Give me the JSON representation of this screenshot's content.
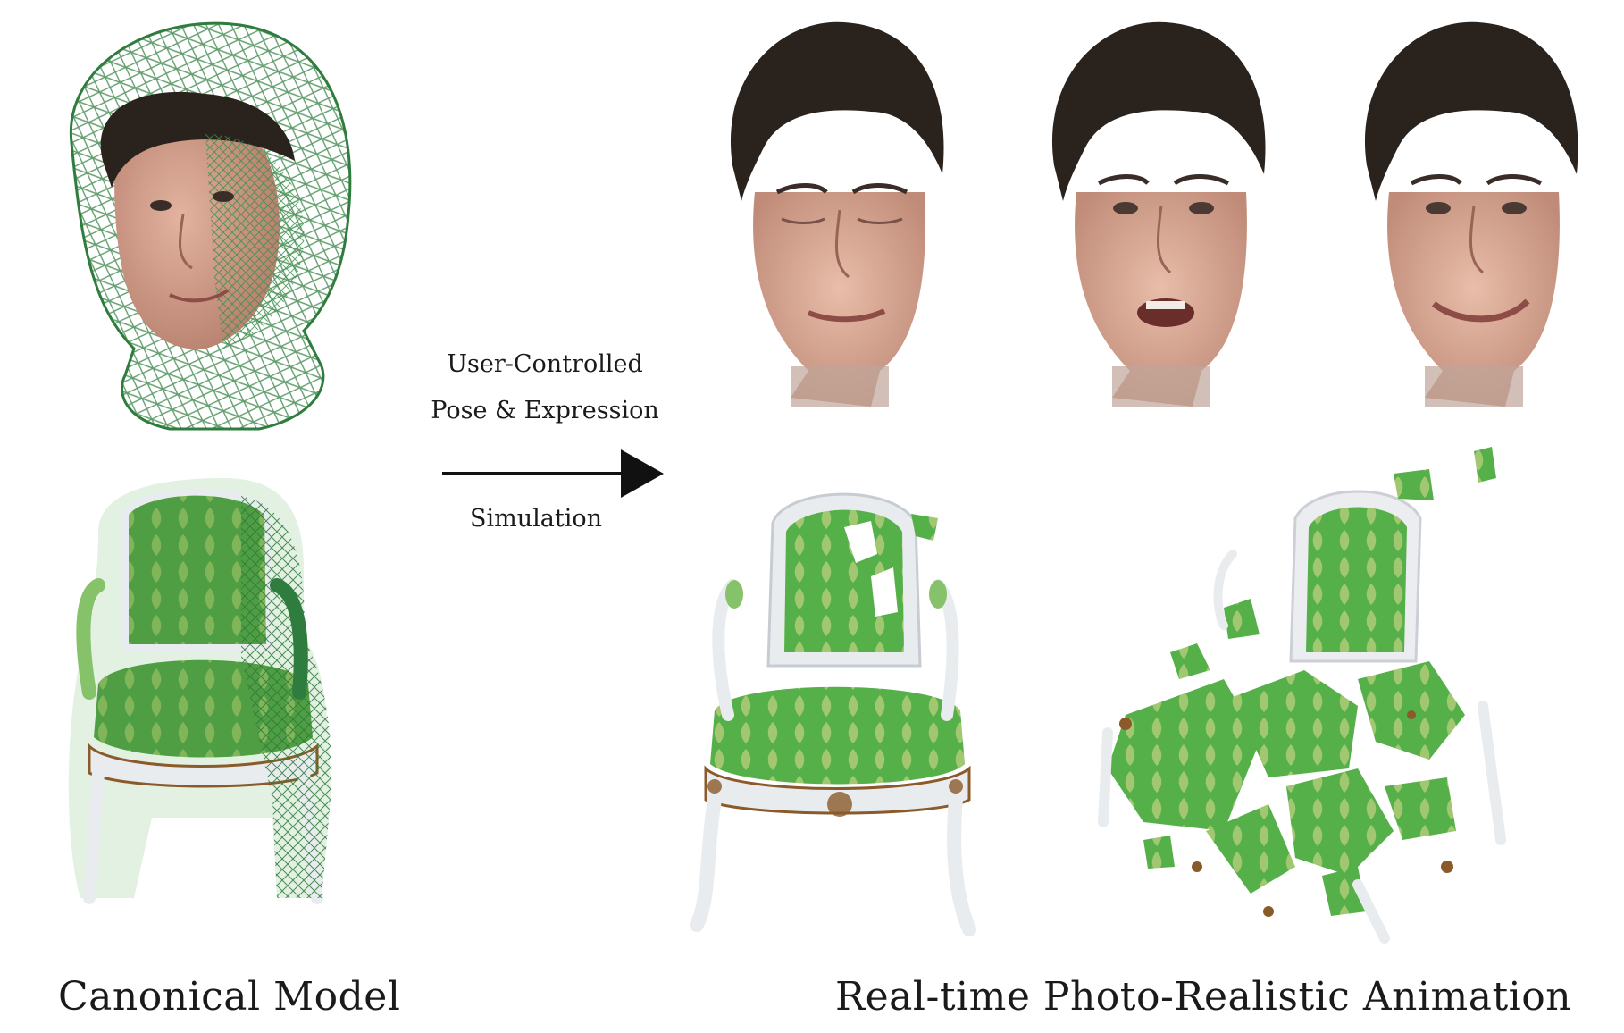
{
  "arrow": {
    "label_line1": "User-Controlled",
    "label_line2": "Pose & Expression",
    "label_below": "Simulation"
  },
  "captions": {
    "left": "Canonical Model",
    "right": "Real-time Photo-Realistic Animation"
  },
  "palette": {
    "mesh_green": "#2f7d3e",
    "fabric_green": "#5aa94a",
    "frame_white": "#e9ecef",
    "gilt_brown": "#8a5a2b",
    "hair": "#2a221c",
    "skin": "#d9a995"
  }
}
